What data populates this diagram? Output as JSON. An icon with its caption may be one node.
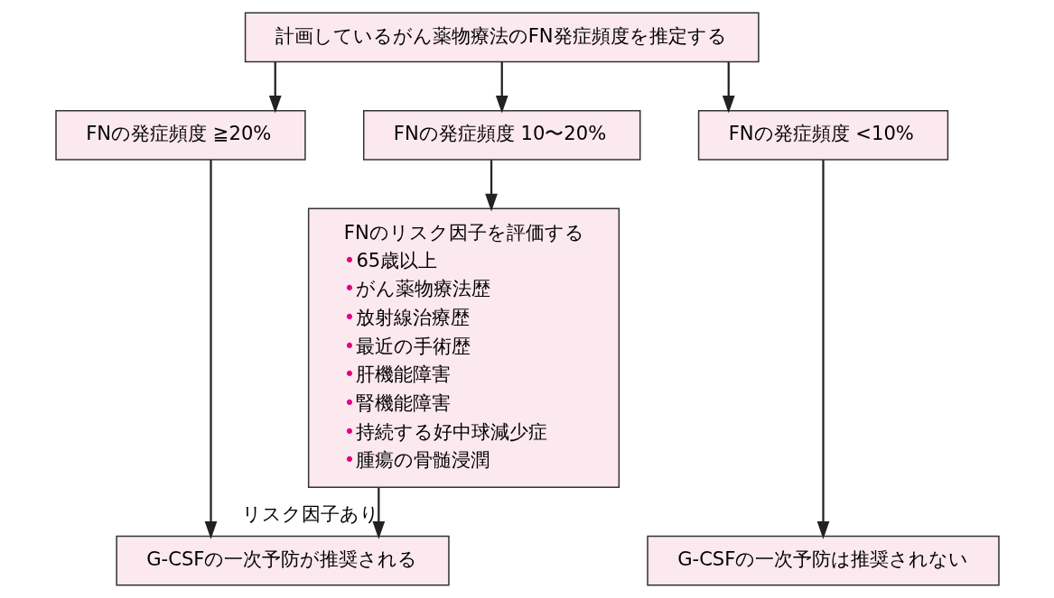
{
  "diagram": {
    "nodes": [
      {
        "text": [
          "計画しているがん薬物療法のFN発症頻度を推定する"
        ]
      },
      {
        "text": [
          "FNの発症頻度 ≧20%"
        ]
      },
      {
        "text": [
          "FNの発症頻度 10〜20%"
        ]
      },
      {
        "text": [
          "FNの発症頻度 <10%"
        ]
      },
      {
        "text": [
          "FNのリスク因子を評価する",
          "•65歳以上",
          "•がん薬物療法歴",
          "•放射線治療歴",
          "•最近の手術歴",
          "•肝機能障害",
          "•腎機能障害",
          "•持続する好中球減少症",
          "•腫瘍の骨髄浸潤"
        ]
      },
      {
        "text": [
          "G-CSFの一次予防が推奨される"
        ]
      },
      {
        "text": [
          "G-CSFの一次予防は推奨されない"
        ]
      }
    ],
    "edges": [
      {
        "from": 0,
        "to": 1,
        "arrow": "to"
      },
      {
        "from": 0,
        "to": 2,
        "arrow": "to"
      },
      {
        "from": 0,
        "to": 3,
        "arrow": "to"
      },
      {
        "from": 2,
        "to": 4,
        "arrow": "to"
      },
      {
        "from": 1,
        "to": 5,
        "arrow": "to"
      },
      {
        "from": 4,
        "to": 5,
        "arrow": "to",
        "label": "リスク因子あり"
      },
      {
        "from": 3,
        "to": 6,
        "arrow": "to"
      }
    ]
  }
}
